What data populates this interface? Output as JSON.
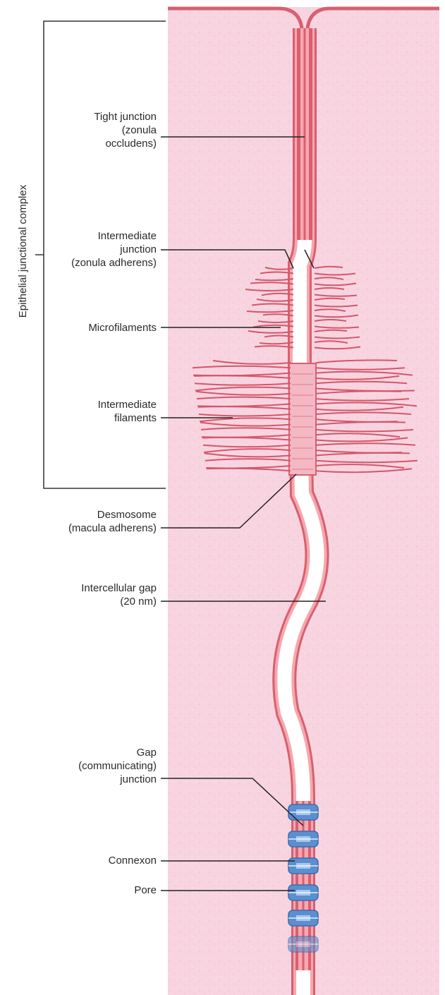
{
  "bracket_label": "Epithelial junctional complex",
  "labels": {
    "tight_junction": [
      "Tight junction",
      "(zonula",
      "occludens)"
    ],
    "intermediate_junction": [
      "Intermediate",
      "junction",
      "(zonula adherens)"
    ],
    "microfilaments": [
      "Microfilaments"
    ],
    "intermediate_filaments": [
      "Intermediate",
      "filaments"
    ],
    "desmosome": [
      "Desmosome",
      "(macula adherens)"
    ],
    "intercellular_gap": [
      "Intercellular gap",
      "(20 nm)"
    ],
    "gap_junction": [
      "Gap",
      "(communicating)",
      "junction"
    ],
    "connexon": [
      "Connexon"
    ],
    "pore": [
      "Pore"
    ]
  },
  "colors": {
    "cell_fill": "#f8d4e0",
    "membrane": "#d8606e",
    "membrane_light": "#f6a7b0",
    "filament": "#d4566a",
    "connexon": "#5b8fd0",
    "connexon_light": "#a8c8ee",
    "line": "#222222"
  }
}
